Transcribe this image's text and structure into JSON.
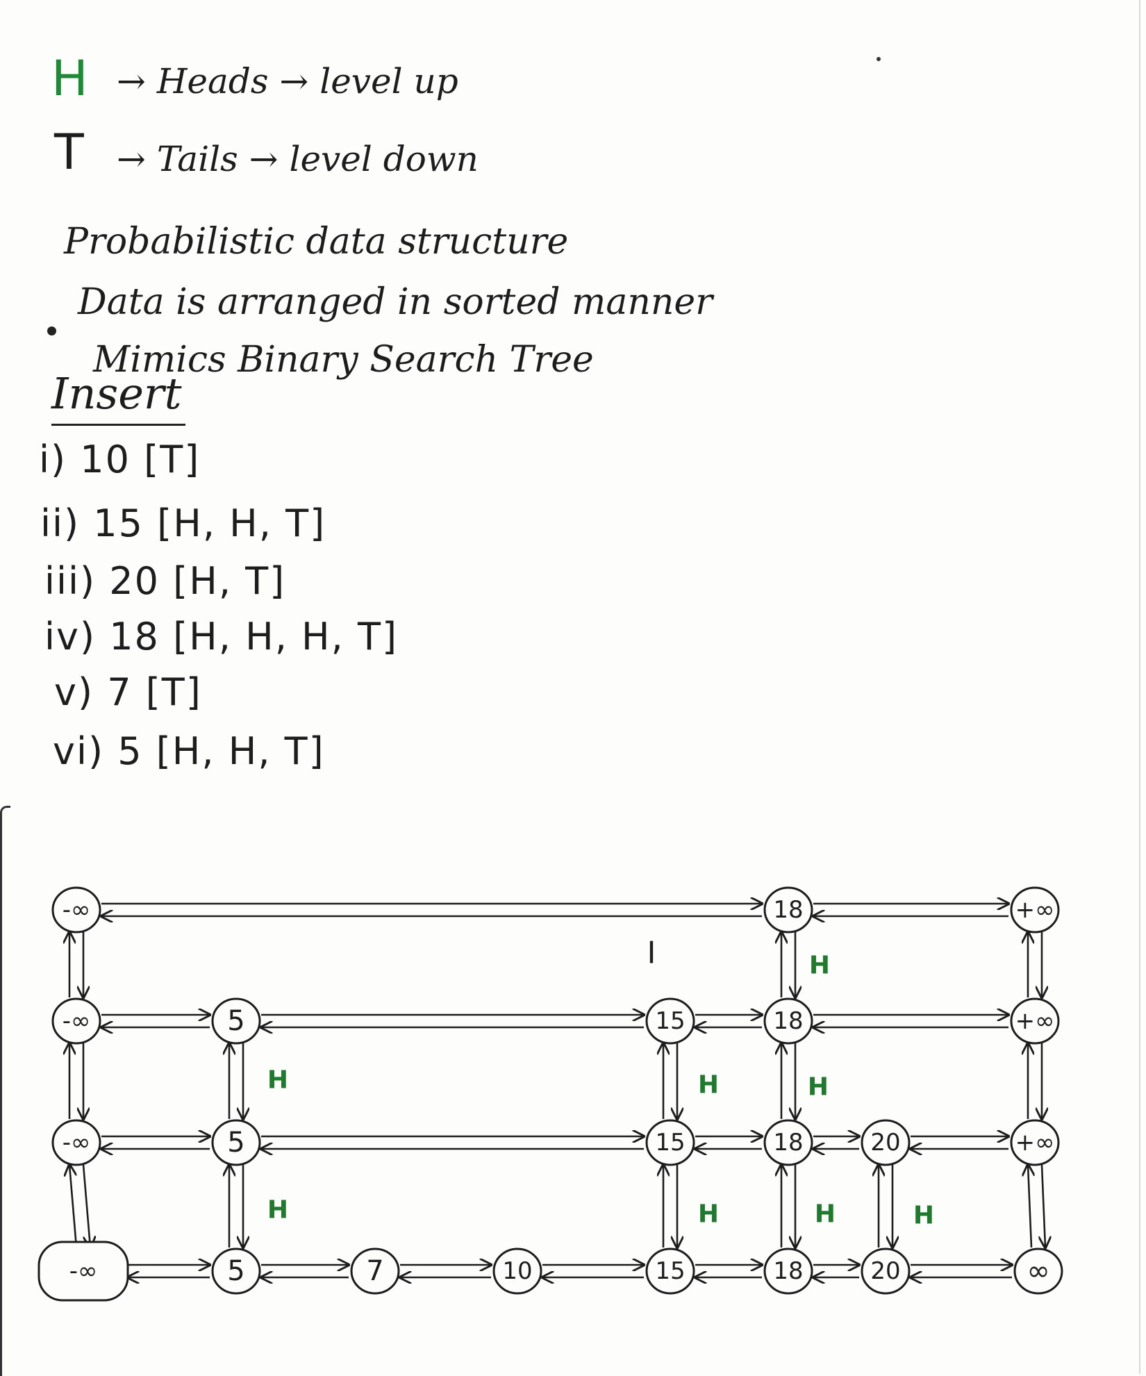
{
  "notes": {
    "heads": {
      "key": "H",
      "word": "Heads",
      "meaning": "level up"
    },
    "tails": {
      "key": "T",
      "word": "Tails",
      "meaning": "level down"
    },
    "line1": "Probabilistic data structure",
    "line2": "Data is arranged in sorted manner",
    "line3": "Mimics Binary Search Tree",
    "insert_heading": "Insert",
    "steps": [
      {
        "num": "i)",
        "value": "10",
        "flips": "[T]"
      },
      {
        "num": "ii)",
        "value": "15",
        "flips": "[H, H, T]"
      },
      {
        "num": "iii)",
        "value": "20",
        "flips": "[H, T]"
      },
      {
        "num": "iv)",
        "value": "18",
        "flips": "[H, H, H, T]"
      },
      {
        "num": "v)",
        "value": "7",
        "flips": "[T]"
      },
      {
        "num": "vi)",
        "value": "5",
        "flips": "[H, H, T]"
      }
    ]
  },
  "diagram": {
    "stray_mark": "I",
    "levels": [
      {
        "nodes": [
          "-∞",
          "18",
          "+∞"
        ]
      },
      {
        "nodes": [
          "-∞",
          "5",
          "15",
          "18",
          "+∞"
        ]
      },
      {
        "nodes": [
          "-∞",
          "5",
          "15",
          "18",
          "20",
          "+∞"
        ]
      },
      {
        "nodes": [
          "-∞",
          "5",
          "7",
          "10",
          "15",
          "18",
          "20",
          "∞"
        ]
      }
    ],
    "h_labels": [
      "H",
      "H",
      "H",
      "H",
      "H",
      "H",
      "H",
      "H"
    ],
    "colors": {
      "heads_green": "#1f8a35",
      "ink": "#1d1d1d"
    }
  }
}
